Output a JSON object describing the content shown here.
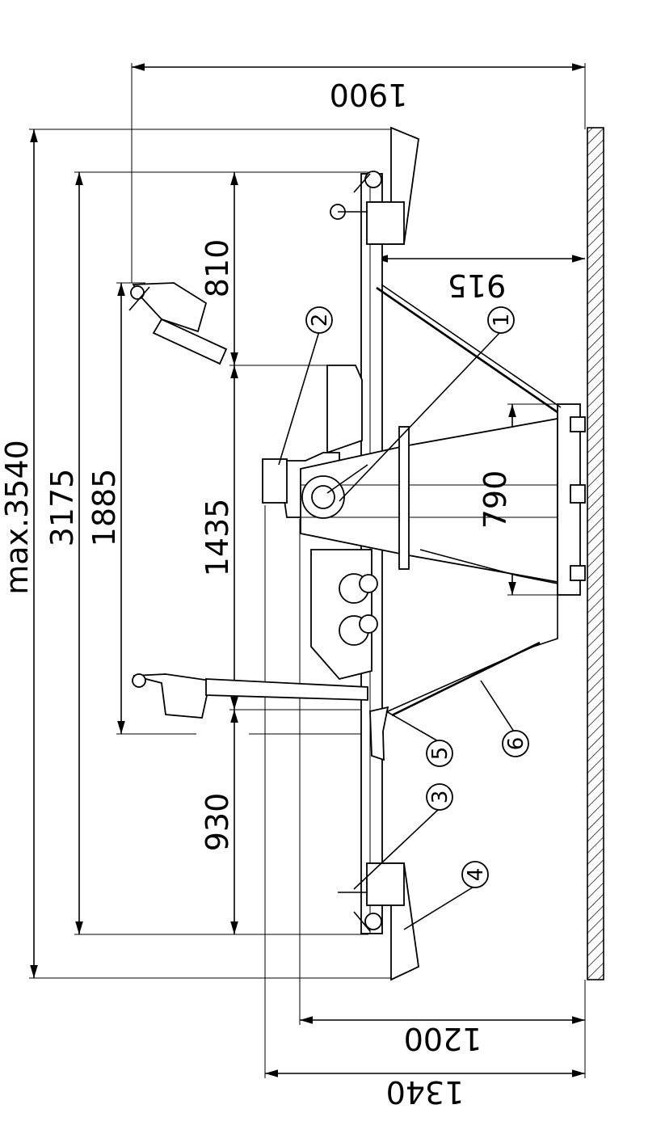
{
  "dimensions": {
    "d1900": "1900",
    "d915": "915",
    "d810": "810",
    "dmax": "max.3540",
    "d3175": "3175",
    "d1885": "1885",
    "d1435": "1435",
    "d790": "790",
    "d930": "930",
    "d1200": "1200",
    "d1340": "1340"
  },
  "callouts": {
    "c1": "1",
    "c2": "2",
    "c3": "3",
    "c4": "4",
    "c5": "5",
    "c6": "6"
  }
}
